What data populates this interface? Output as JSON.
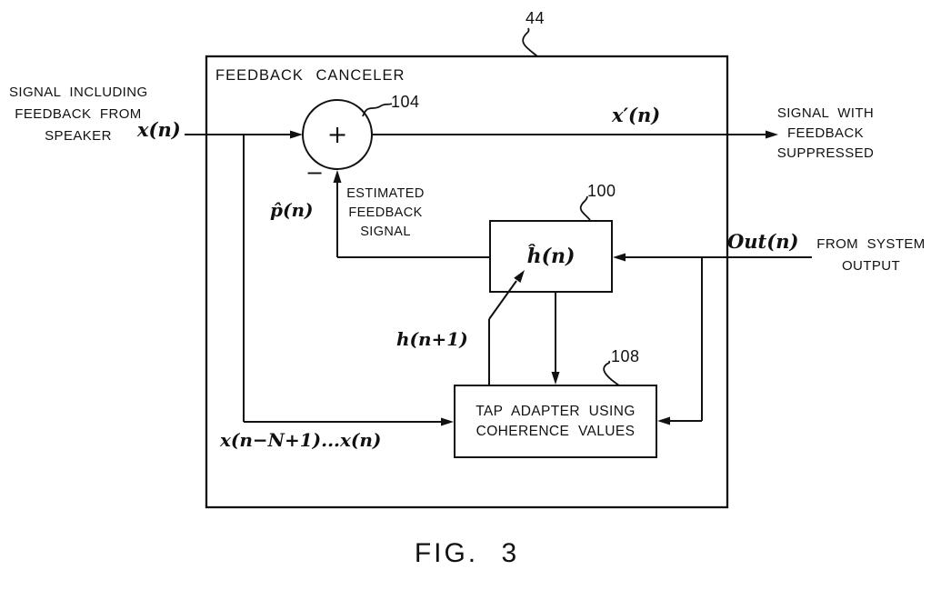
{
  "figure": {
    "ref": "44",
    "caption": "FIG. 3"
  },
  "canceler": {
    "title": "FEEDBACK CANCELER"
  },
  "input": {
    "desc": [
      "SIGNAL INCLUDING",
      "FEEDBACK FROM",
      "SPEAKER"
    ],
    "var": "x(n)"
  },
  "output": {
    "var": "x′(n)",
    "desc": [
      "SIGNAL WITH",
      "FEEDBACK",
      "SUPPRESSED"
    ]
  },
  "summing": {
    "ref": "104",
    "plus": "+",
    "minus": "−"
  },
  "estimate": {
    "var": "p̂(n)",
    "desc": [
      "ESTIMATED",
      "FEEDBACK",
      "SIGNAL"
    ]
  },
  "filter": {
    "ref": "100",
    "label": "ĥ(n)"
  },
  "update": {
    "var": "h(n+1)"
  },
  "system": {
    "var": "Out(n)",
    "desc": [
      "FROM SYSTEM",
      "OUTPUT"
    ]
  },
  "adapter": {
    "ref": "108",
    "lines": [
      "TAP ADAPTER USING",
      "COHERENCE VALUES"
    ]
  },
  "history": {
    "var": "x(n−N+1)...x(n)"
  },
  "ink": "#111111"
}
